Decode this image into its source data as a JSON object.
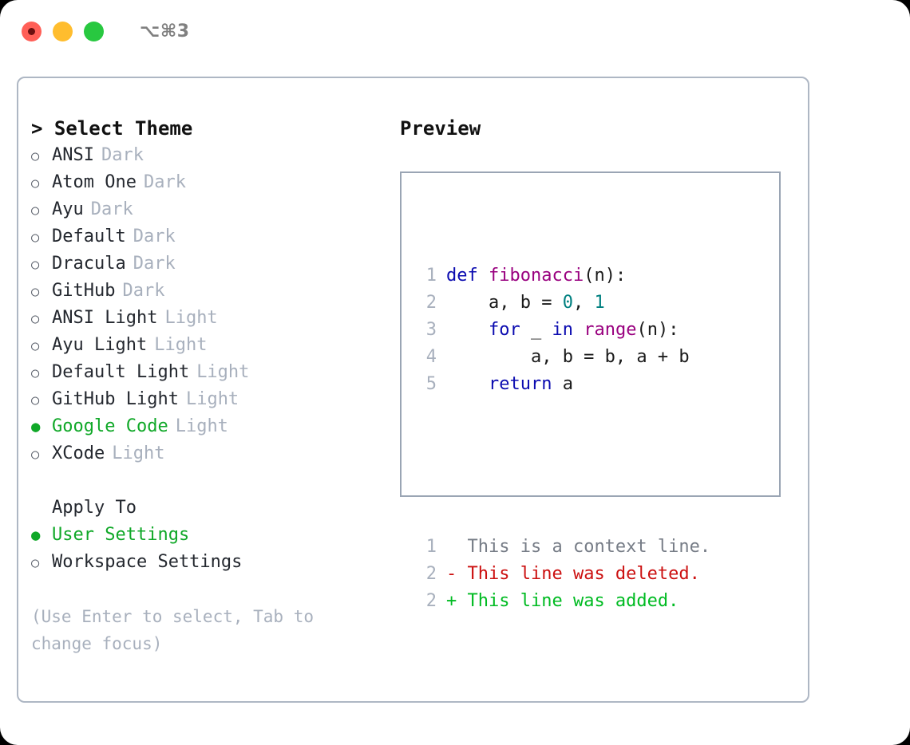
{
  "window": {
    "shortcut": "⌥⌘3",
    "traffic_lights": [
      {
        "name": "close-button",
        "color": "#ff5f57"
      },
      {
        "name": "minimize-button",
        "color": "#ffbd2e"
      },
      {
        "name": "maximize-button",
        "color": "#28c840"
      }
    ]
  },
  "theme_picker": {
    "title": "> Select Theme",
    "marker_selected": "●",
    "marker_unselected": "○",
    "options": [
      {
        "label": "ANSI",
        "tag": "Dark",
        "selected": false
      },
      {
        "label": "Atom One",
        "tag": "Dark",
        "selected": false
      },
      {
        "label": "Ayu",
        "tag": "Dark",
        "selected": false
      },
      {
        "label": "Default",
        "tag": "Dark",
        "selected": false
      },
      {
        "label": "Dracula",
        "tag": "Dark",
        "selected": false
      },
      {
        "label": "GitHub",
        "tag": "Dark",
        "selected": false
      },
      {
        "label": "ANSI Light",
        "tag": "Light",
        "selected": false
      },
      {
        "label": "Ayu Light",
        "tag": "Light",
        "selected": false
      },
      {
        "label": "Default Light",
        "tag": "Light",
        "selected": false
      },
      {
        "label": "GitHub Light",
        "tag": "Light",
        "selected": false
      },
      {
        "label": "Google Code",
        "tag": "Light",
        "selected": true
      },
      {
        "label": "XCode",
        "tag": "Light",
        "selected": false
      }
    ]
  },
  "apply_to": {
    "title": "Apply To",
    "options": [
      {
        "label": "User Settings",
        "selected": true
      },
      {
        "label": "Workspace Settings",
        "selected": false
      }
    ]
  },
  "hint": "(Use Enter to select, Tab to change focus)",
  "preview": {
    "title": "Preview",
    "code_lines": [
      {
        "no": "1",
        "tokens": [
          {
            "t": "def ",
            "c": "kw"
          },
          {
            "t": "fibonacci",
            "c": "fn"
          },
          {
            "t": "(n):",
            "c": "plain"
          }
        ]
      },
      {
        "no": "2",
        "tokens": [
          {
            "t": "    a, b = ",
            "c": "plain"
          },
          {
            "t": "0",
            "c": "num"
          },
          {
            "t": ", ",
            "c": "plain"
          },
          {
            "t": "1",
            "c": "num"
          }
        ]
      },
      {
        "no": "3",
        "tokens": [
          {
            "t": "    ",
            "c": "plain"
          },
          {
            "t": "for",
            "c": "kw"
          },
          {
            "t": " _ ",
            "c": "plain"
          },
          {
            "t": "in",
            "c": "kw"
          },
          {
            "t": " ",
            "c": "plain"
          },
          {
            "t": "range",
            "c": "fn"
          },
          {
            "t": "(n):",
            "c": "plain"
          }
        ]
      },
      {
        "no": "4",
        "tokens": [
          {
            "t": "        a, b = b, a + b",
            "c": "plain"
          }
        ]
      },
      {
        "no": "5",
        "tokens": [
          {
            "t": "    ",
            "c": "plain"
          },
          {
            "t": "return",
            "c": "kw"
          },
          {
            "t": " a",
            "c": "plain"
          }
        ]
      }
    ],
    "diff_lines": [
      {
        "no": "1",
        "marker": " ",
        "text": "This is a context line.",
        "kind": "ctx"
      },
      {
        "no": "2",
        "marker": "-",
        "text": "This line was deleted.",
        "kind": "del"
      },
      {
        "no": "2",
        "marker": "+",
        "text": "This line was added.",
        "kind": "add"
      }
    ]
  },
  "colors": {
    "accent_green": "#10a828",
    "muted_gray": "#a8b0bd",
    "keyword_blue": "#0b0bb0",
    "function_purple": "#99007f",
    "number_teal": "#008080",
    "diff_delete_red": "#cc1111",
    "diff_add_green": "#00bb22",
    "panel_border": "#aeb7c4"
  }
}
